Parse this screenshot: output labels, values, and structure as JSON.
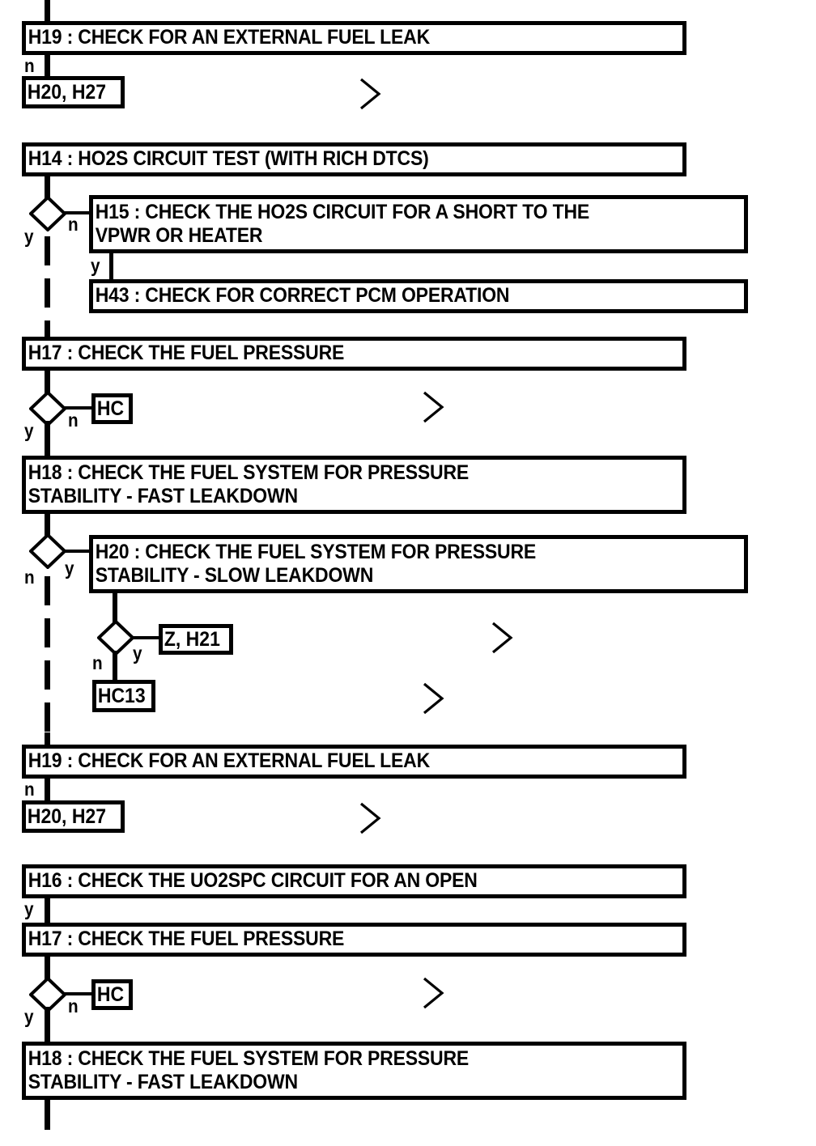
{
  "diagram": {
    "title": "Fuel system / HO2S diagnostic flowchart",
    "line_color": "#000000",
    "background": "#ffffff",
    "boxes": [
      {
        "id": "h19a",
        "label": "H19 : CHECK FOR AN EXTERNAL FUEL LEAK"
      },
      {
        "id": "h20h27a",
        "label": "H20, H27"
      },
      {
        "id": "h14",
        "label": "H14 : HO2S CIRCUIT TEST (WITH RICH DTCS)"
      },
      {
        "id": "h15",
        "label": "H15 : CHECK THE HO2S CIRCUIT FOR A SHORT TO THE\nVPWR OR HEATER"
      },
      {
        "id": "h43",
        "label": "H43 : CHECK FOR CORRECT PCM OPERATION"
      },
      {
        "id": "h17a",
        "label": "H17 : CHECK THE FUEL PRESSURE"
      },
      {
        "id": "hca",
        "label": "HC"
      },
      {
        "id": "h18a",
        "label": "H18 : CHECK THE FUEL SYSTEM FOR PRESSURE\nSTABILITY - FAST LEAKDOWN"
      },
      {
        "id": "h20",
        "label": "H20 : CHECK THE FUEL SYSTEM FOR PRESSURE\nSTABILITY - SLOW LEAKDOWN"
      },
      {
        "id": "zh21",
        "label": "Z, H21"
      },
      {
        "id": "hc13",
        "label": "HC13"
      },
      {
        "id": "h19b",
        "label": "H19 : CHECK FOR AN EXTERNAL FUEL LEAK"
      },
      {
        "id": "h20h27b",
        "label": "H20, H27"
      },
      {
        "id": "h16",
        "label": "H16 : CHECK THE UO2SPC CIRCUIT FOR AN OPEN"
      },
      {
        "id": "h17b",
        "label": "H17 : CHECK THE FUEL PRESSURE"
      },
      {
        "id": "hcb",
        "label": "HC"
      },
      {
        "id": "h18b",
        "label": "H18 : CHECK THE FUEL SYSTEM FOR PRESSURE\nSTABILITY - FAST LEAKDOWN"
      }
    ],
    "branch_labels": [
      {
        "id": "n1",
        "text": "n"
      },
      {
        "id": "y2",
        "text": "y"
      },
      {
        "id": "n2",
        "text": "n"
      },
      {
        "id": "y3",
        "text": "y"
      },
      {
        "id": "y4",
        "text": "y"
      },
      {
        "id": "n4",
        "text": "n"
      },
      {
        "id": "n5",
        "text": "n"
      },
      {
        "id": "y5",
        "text": "y"
      },
      {
        "id": "n6",
        "text": "n"
      },
      {
        "id": "y6",
        "text": "y"
      },
      {
        "id": "n7",
        "text": "n"
      },
      {
        "id": "y8",
        "text": "y"
      },
      {
        "id": "y9",
        "text": "y"
      },
      {
        "id": "n9",
        "text": "n"
      }
    ],
    "connectors": {
      "page_break_icon": "chevron-right-icon",
      "page_break_count": 5
    }
  }
}
